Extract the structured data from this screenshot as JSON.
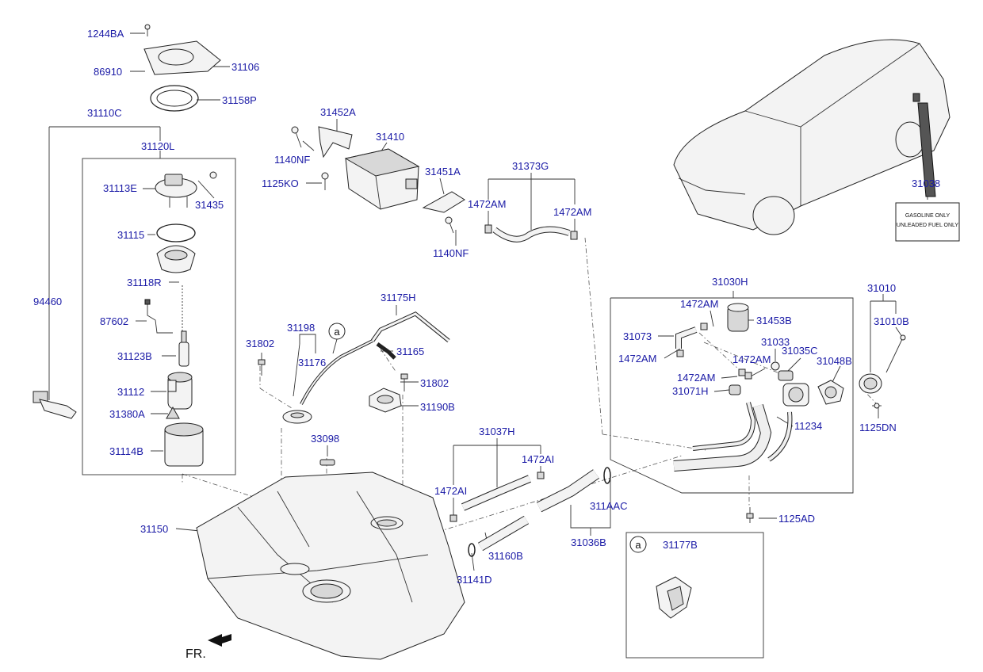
{
  "labels": {
    "p1244BA": "1244BA",
    "p86910": "86910",
    "p31106": "31106",
    "p31158P": "31158P",
    "p31110C": "31110C",
    "p31120L": "31120L",
    "p31113E": "31113E",
    "p31435": "31435",
    "p31115": "31115",
    "p31118R": "31118R",
    "p94460": "94460",
    "p87602": "87602",
    "p31123B": "31123B",
    "p31112": "31112",
    "p31380A": "31380A",
    "p31114B": "31114B",
    "p31150": "31150",
    "p31452A": "31452A",
    "p1140NF_a": "1140NF",
    "p31410": "31410",
    "p1125KO": "1125KO",
    "p31451A": "31451A",
    "p1140NF_b": "1140NF",
    "p31373G": "31373G",
    "p1472AM_a": "1472AM",
    "p1472AM_b": "1472AM",
    "p31038": "31038",
    "p31175H": "31175H",
    "p31198": "31198",
    "p31802_a": "31802",
    "p31176": "31176",
    "p31165": "31165",
    "p31802_b": "31802",
    "p31190B": "31190B",
    "p33098": "33098",
    "p31037H": "31037H",
    "p1472AI_a": "1472AI",
    "p1472AI_b": "1472AI",
    "p31160B": "31160B",
    "p31141D": "31141D",
    "p311AAC": "311AAC",
    "p31036B": "31036B",
    "p31030H": "31030H",
    "p1472AM_c": "1472AM",
    "p31453B": "31453B",
    "p31073": "31073",
    "p1472AM_d": "1472AM",
    "p31033": "31033",
    "p31035C": "31035C",
    "p1472AM_e": "1472AM",
    "p1472AM_f": "1472AM",
    "p31048B": "31048B",
    "p31071H": "31071H",
    "p11234": "11234",
    "p31010": "31010",
    "p31010B": "31010B",
    "p1125DN": "1125DN",
    "p1125AD": "1125AD",
    "p31177B": "31177B",
    "ref_a_1": "a",
    "ref_a_2": "a",
    "front": "FR."
  },
  "fuel_label": {
    "line1": "GASOLINE ONLY",
    "line2": "UNLEADED FUEL ONLY"
  },
  "colors": {
    "label": "#1a1aa6",
    "line": "#333333"
  }
}
